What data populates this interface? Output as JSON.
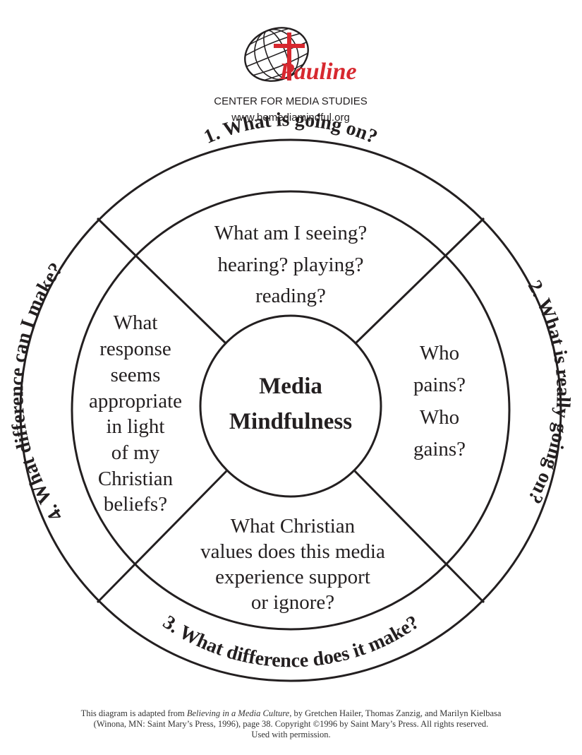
{
  "logo": {
    "brand_text": "Pauline",
    "subtitle": "CENTER FOR MEDIA STUDIES",
    "url": "www.bemediamindful.org",
    "brand_color": "#d7282f"
  },
  "center": {
    "line1": "Media",
    "line2": "Mindfulness"
  },
  "rings": {
    "top": "1. What is going on?",
    "right": "2. What is really going on?",
    "bottom": "3. What difference does it make?",
    "left": "4. What difference can I make?"
  },
  "quadrants": {
    "top": [
      "What am I seeing?",
      "hearing? playing?",
      "reading?"
    ],
    "right": [
      "Who",
      "pains?",
      "Who",
      "gains?"
    ],
    "bottom": [
      "What Christian",
      "values does this media",
      "experience support",
      "or ignore?"
    ],
    "left": [
      "What",
      "response",
      "seems",
      "appropriate",
      "in light",
      "of my",
      "Christian",
      "beliefs?"
    ]
  },
  "footer": {
    "line1_pre": "This diagram is adapted from ",
    "book_title": "Believing in a Media Culture",
    "line1_post": ", by Gretchen Hailer, Thomas Zanzig, and Marilyn Kielbasa",
    "line2": "(Winona, MN: Saint Mary’s Press, 1996), page 38. Copyright ©1996 by Saint Mary’s Press. All rights reserved.",
    "line3": "Used with permission."
  }
}
